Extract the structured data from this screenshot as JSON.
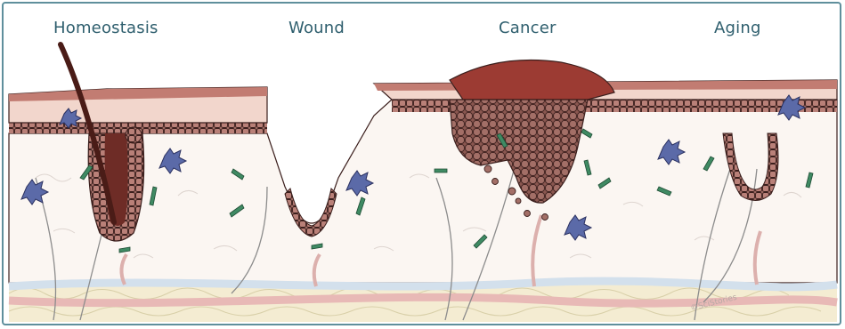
{
  "labels": {
    "homeostasis": "Homeostasis",
    "wound": "Wound",
    "cancer": "Cancer",
    "aging": "Aging"
  },
  "credit": "©SciStories",
  "colors": {
    "frame": "#5f8f9c",
    "label": "#2f5f6e",
    "epidermis": "#f2d6cc",
    "stratum": "#c27c72",
    "cell": "#a57068",
    "cell_outline": "#3b1f1d",
    "dermis": "#fbf6f2",
    "tumor": "#9c3b33",
    "hair": "#4a1c17",
    "immune": "#5b6aa8",
    "fibroblast": "#3f8a63",
    "fat": "#f4ecd2",
    "vessel_blue": "#d3e0ec",
    "vessel_red": "#e8b9b6",
    "nerve": "#8c8c8c"
  }
}
